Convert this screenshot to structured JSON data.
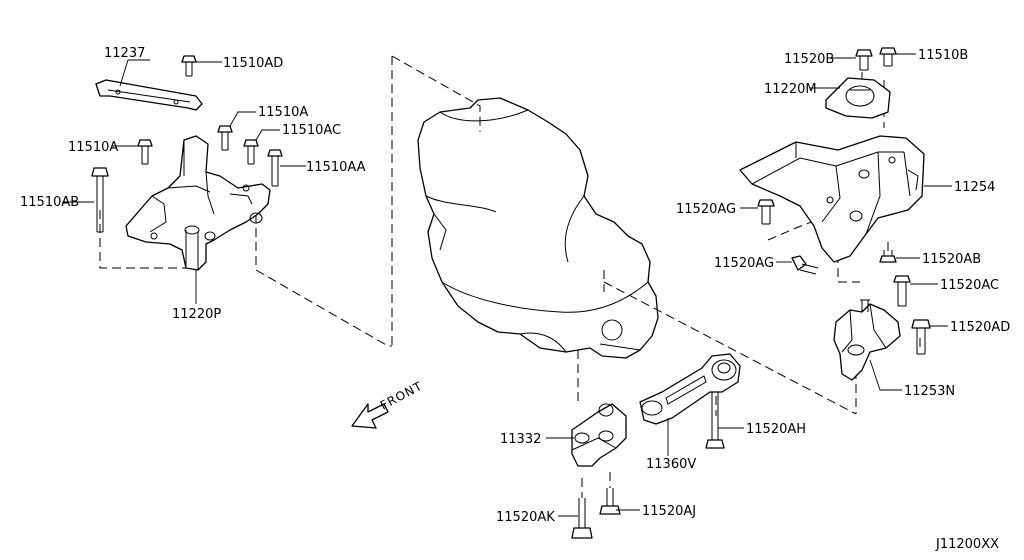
{
  "diagram": {
    "code": "J11200XX",
    "front_label": "FRONT",
    "labels": {
      "p11237": "11237",
      "p11510AD": "11510AD",
      "p11510A_r": "11510A",
      "p11510AC": "11510AC",
      "p11510A_l": "11510A",
      "p11510AA": "11510AA",
      "p11510AB": "11510AB",
      "p11220P": "11220P",
      "p11520B": "11520B",
      "p11510B": "11510B",
      "p11220M": "11220M",
      "p11254": "11254",
      "p11520AG_1": "11520AG",
      "p11520AG_2": "11520AG",
      "p11520AB": "11520AB",
      "p11520AC": "11520AC",
      "p11520AD": "11520AD",
      "p11253N": "11253N",
      "p11520AH": "11520AH",
      "p11332": "11332",
      "p11360V": "11360V",
      "p11520AK": "11520AK",
      "p11520AJ": "11520AJ"
    }
  }
}
